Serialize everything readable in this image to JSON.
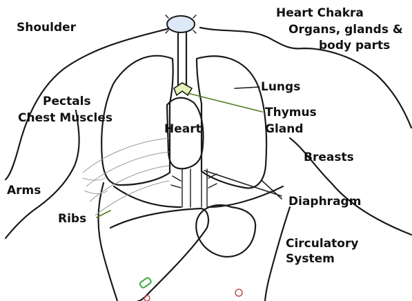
{
  "title": {
    "line1": "Heart Chakra",
    "line2": "Organs, glands &",
    "line3": "body parts"
  },
  "labels": {
    "shoulder": "Shoulder",
    "lungs": "Lungs",
    "pectals": "Pectals",
    "chest_muscles": "Chest Muscles",
    "thymus": "Thymus",
    "gland": "Gland",
    "heart": "Heart",
    "breasts": "Breasts",
    "arms": "Arms",
    "diaphragm": "Diaphragm",
    "ribs": "Ribs",
    "circulatory": "Circulatory",
    "system": "System"
  },
  "colors": {
    "outline": "#1a1a1a",
    "pointer_green": "#4f7a1c",
    "thymus_fill": "#e6f2b8",
    "thyroid_fill": "#dde9f7",
    "accent_green": "#3aa53a",
    "accent_red": "#c0504d"
  }
}
